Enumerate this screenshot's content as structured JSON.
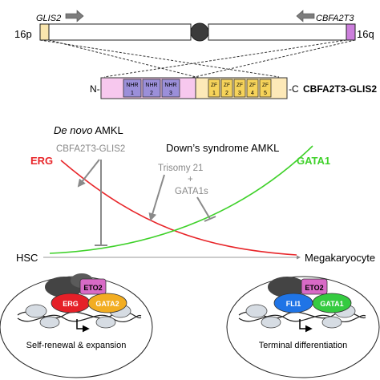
{
  "chromosome": {
    "left_arm": "16p",
    "right_arm": "16q",
    "gene_left": "GLIS2",
    "gene_right": "CBFA2T3"
  },
  "fusion": {
    "n_term": "N-",
    "c_term": "-C",
    "name": "CBFA2T3-GLIS2",
    "nhr_domains": [
      {
        "label": "NHR",
        "num": "1"
      },
      {
        "label": "NHR",
        "num": "2"
      },
      {
        "label": "NHR",
        "num": "3"
      }
    ],
    "zf_domains": [
      {
        "label": "ZF",
        "num": "1"
      },
      {
        "label": "ZF",
        "num": "2"
      },
      {
        "label": "ZF",
        "num": "3"
      },
      {
        "label": "ZF",
        "num": "4"
      },
      {
        "label": "ZF",
        "num": "5"
      }
    ]
  },
  "curves": {
    "erg_label": "ERG",
    "gata1_label": "GATA1",
    "de_novo_prefix": "De novo",
    "de_novo_suffix": " AMKL",
    "fusion_label": "CBFA2T3-GLIS2",
    "downs_label": "Down’s syndrome AMKL",
    "trisomy_label": "Trisomy 21",
    "plus_label": "+",
    "gata1s_label": "GATA1s",
    "axis_start": "HSC",
    "axis_end": "Megakaryocyte",
    "erg_color": "#e8262a",
    "gata1_color": "#3fd12a",
    "arrow_color": "#8a8a8a"
  },
  "complexes": {
    "left": {
      "top_protein": "ETO2",
      "left_protein": "ERG",
      "right_protein": "GATA2",
      "caption": "Self-renewal & expansion"
    },
    "right": {
      "top_protein": "ETO2",
      "left_protein": "FLI1",
      "right_protein": "GATA1",
      "caption": "Terminal differentiation"
    }
  },
  "colors": {
    "nhr_fill": "#9b8fd9",
    "glis_fill": "#fde9b8",
    "cbfa_fill": "#f7c8ee",
    "zf_fill": "#f6d35a",
    "chrom_left_tip": "#fbe7ae",
    "chrom_right_tip": "#cc7fdc",
    "eto2": "#d86ac6",
    "erg_protein": "#e52028",
    "gata2": "#f2ad22",
    "fli1": "#1f74e6",
    "gata1_protein": "#35cb40"
  }
}
